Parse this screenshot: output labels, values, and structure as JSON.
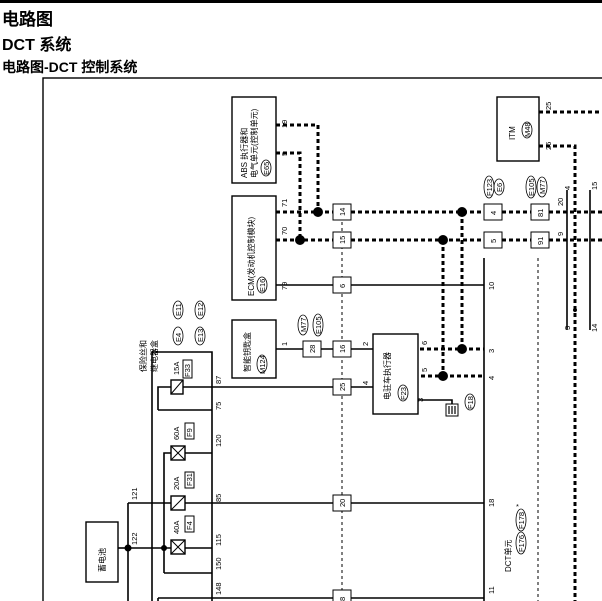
{
  "header": {
    "title": "电路图",
    "subtitle": "DCT 系统",
    "section": "电路图-DCT 控制系统"
  },
  "components": {
    "abs": {
      "label1": "ABS 执行器和",
      "label2": "电气单元(控制单元)",
      "code": "E65",
      "pins": [
        "19",
        "5"
      ]
    },
    "ecm": {
      "label": "ECM(发动机控制模块)",
      "code": "E16",
      "pins": [
        "71",
        "70",
        "79"
      ]
    },
    "itm": {
      "label": "ITM",
      "code": "M48",
      "pins": [
        "25",
        "26"
      ]
    },
    "key_warning": {
      "label": "智能钥匙盒",
      "code": "M124",
      "pin": "1"
    },
    "parking_actuator": {
      "label": "电驻车执行器",
      "code": "F23",
      "pins": [
        "2",
        "4",
        "3",
        "6",
        "5"
      ],
      "ground": "F18"
    },
    "fuse_box": {
      "label1": "保险丝和",
      "label2": "继电器盒",
      "codes": [
        "E11",
        "E4",
        "E12",
        "E13"
      ]
    },
    "battery": {
      "label": "蓄电池"
    },
    "dct_unit": {
      "label": "DCT单元",
      "codes": [
        "F176",
        "F178"
      ],
      "star": "*"
    }
  },
  "fuses": [
    {
      "rating": "15A",
      "code": "F33",
      "pin_in": "87",
      "pin_out": "75"
    },
    {
      "rating": "60A",
      "code": "F9",
      "pin": "120"
    },
    {
      "rating": "20A",
      "code": "F31",
      "pin": "85"
    },
    {
      "rating": "40A",
      "code": "F4",
      "pin": "115"
    }
  ],
  "fuse_side_pins": [
    "121",
    "122",
    "150",
    "148"
  ],
  "connectors": {
    "F123": "F123",
    "E6": "E6",
    "E105a": "E105",
    "M77a": "M77",
    "M77b": "M77",
    "E105b": "E105",
    "c14": "14",
    "c15": "15",
    "c6": "6",
    "c16": "16",
    "c25": "25",
    "c28": "28",
    "c20": "20",
    "c8": "8",
    "c4": "4",
    "c5": "5",
    "c81": "81",
    "c91": "91"
  },
  "dct_pins": [
    "10",
    "3",
    "4",
    "18",
    "11"
  ],
  "right_pins": [
    "4",
    "20",
    "15",
    "9",
    "3",
    "14"
  ]
}
